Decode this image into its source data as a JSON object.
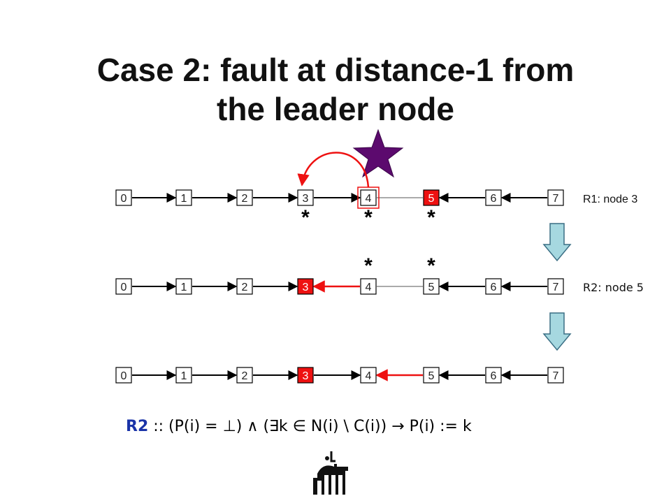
{
  "title": {
    "line1": "Case 2: fault at distance-1 from",
    "line2": "the leader node"
  },
  "rows": [
    {
      "nodes": [
        "0",
        "1",
        "2",
        "3",
        "4",
        "5",
        "6",
        "7"
      ],
      "red_node": "5",
      "highlight_node": "4",
      "stars": [
        "3",
        "4",
        "5"
      ],
      "label": "R1: node 3"
    },
    {
      "nodes": [
        "0",
        "1",
        "2",
        "3",
        "4",
        "5",
        "6",
        "7"
      ],
      "red_node": "3",
      "stars": [
        "4",
        "5"
      ],
      "label": "R2: node 5"
    },
    {
      "nodes": [
        "0",
        "1",
        "2",
        "3",
        "4",
        "5",
        "6",
        "7"
      ],
      "red_node": "3",
      "stars": []
    }
  ],
  "star_symbol": "*",
  "rule": {
    "label": "R2",
    "text": " ::  (P(i) = ⊥)  ∧ (∃k ∈ N(i) \\ C(i))   → P(i) := k"
  },
  "colors": {
    "red": "#ee1111",
    "purple": "#5c0a6e",
    "arrow_fill": "#a6d8e0",
    "arrow_stroke": "#3a6e84",
    "rule_label": "#1a33a8"
  }
}
